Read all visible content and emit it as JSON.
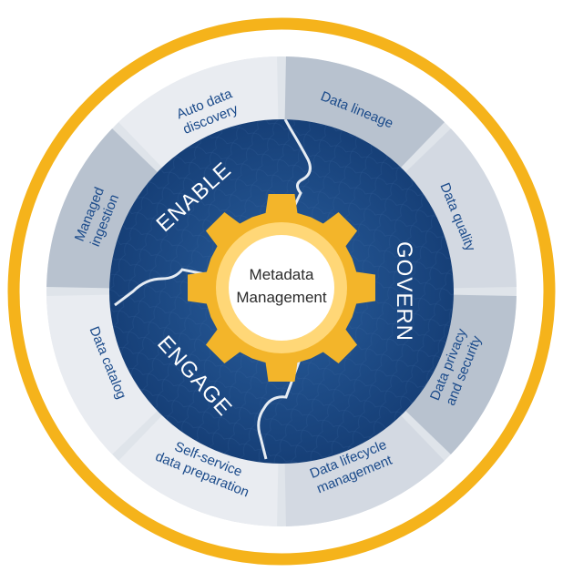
{
  "center": {
    "line1": "Metadata",
    "line2": "Management"
  },
  "phases": {
    "enable": "ENABLE",
    "govern": "GOVERN",
    "engage": "ENGAGE"
  },
  "segments": [
    {
      "id": "data-lineage",
      "lines": [
        "Data lineage"
      ]
    },
    {
      "id": "data-quality",
      "lines": [
        "Data quality"
      ]
    },
    {
      "id": "data-privacy",
      "lines": [
        "Data privacy",
        "and security"
      ]
    },
    {
      "id": "data-lifecycle",
      "lines": [
        "Data lifecycle",
        "management"
      ]
    },
    {
      "id": "self-service",
      "lines": [
        "Self-service",
        "data preparation"
      ]
    },
    {
      "id": "data-catalog",
      "lines": [
        "Data catalog"
      ]
    },
    {
      "id": "managed-ingestion",
      "lines": [
        "Managed",
        "ingestion"
      ]
    },
    {
      "id": "auto-discovery",
      "lines": [
        "Auto data",
        "discovery"
      ]
    }
  ],
  "colors": {
    "outer_ring": "#f5b31b",
    "segment_light": "#e9ecf1",
    "segment_mid": "#d3d9e2",
    "segment_dark": "#b8c2cf",
    "navy": "#1d4f8c",
    "navy_dark": "#15407a",
    "gear": "#f3b52a",
    "gear_light": "#ffd777",
    "text_blue": "#1a4a8a"
  }
}
